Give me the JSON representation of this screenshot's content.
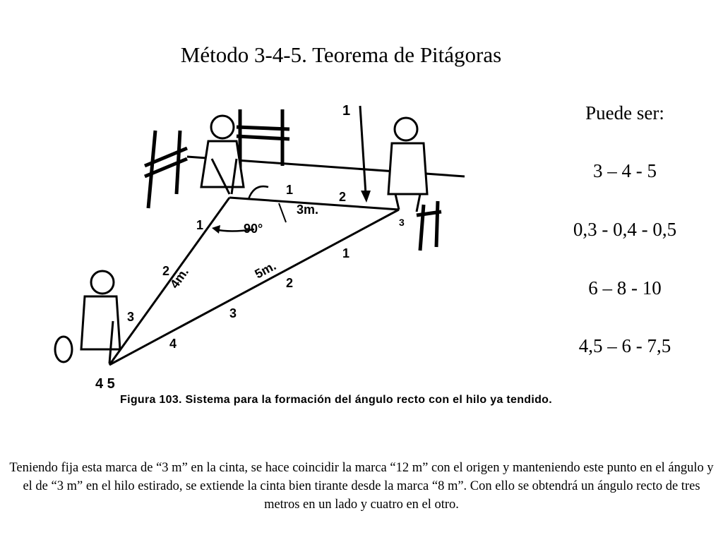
{
  "title": "Método 3-4-5. Teorema de Pitágoras",
  "options": {
    "heading": "Puede ser:",
    "items": [
      "3 – 4 - 5",
      "0,3 - 0,4 - 0,5",
      "6 – 8 - 10",
      "4,5 – 6 - 7,5"
    ]
  },
  "figure": {
    "caption_label": "Figura 103.",
    "caption_text": "Sistema para la formación del ángulo recto con el hilo ya tendido.",
    "side_a": "3m.",
    "side_b": "4m.",
    "side_c": "5m.",
    "angle": "90°",
    "arrow_label": "1",
    "marks_top": [
      "1",
      "2",
      "3"
    ],
    "marks_left": [
      "1",
      "2",
      "3",
      "4 5"
    ],
    "marks_hyp": [
      "1",
      "2",
      "3",
      "4"
    ]
  },
  "paragraph": "Teniendo fija esta marca de “3 m” en la cinta, se hace coincidir la marca “12 m” con el origen y manteniendo este punto en el ángulo y el de “3 m” en el hilo estirado, se extiende la cinta bien tirante desde la marca “8 m”. Con ello se obtendrá un ángulo recto de tres metros en un lado y cuatro en el otro."
}
